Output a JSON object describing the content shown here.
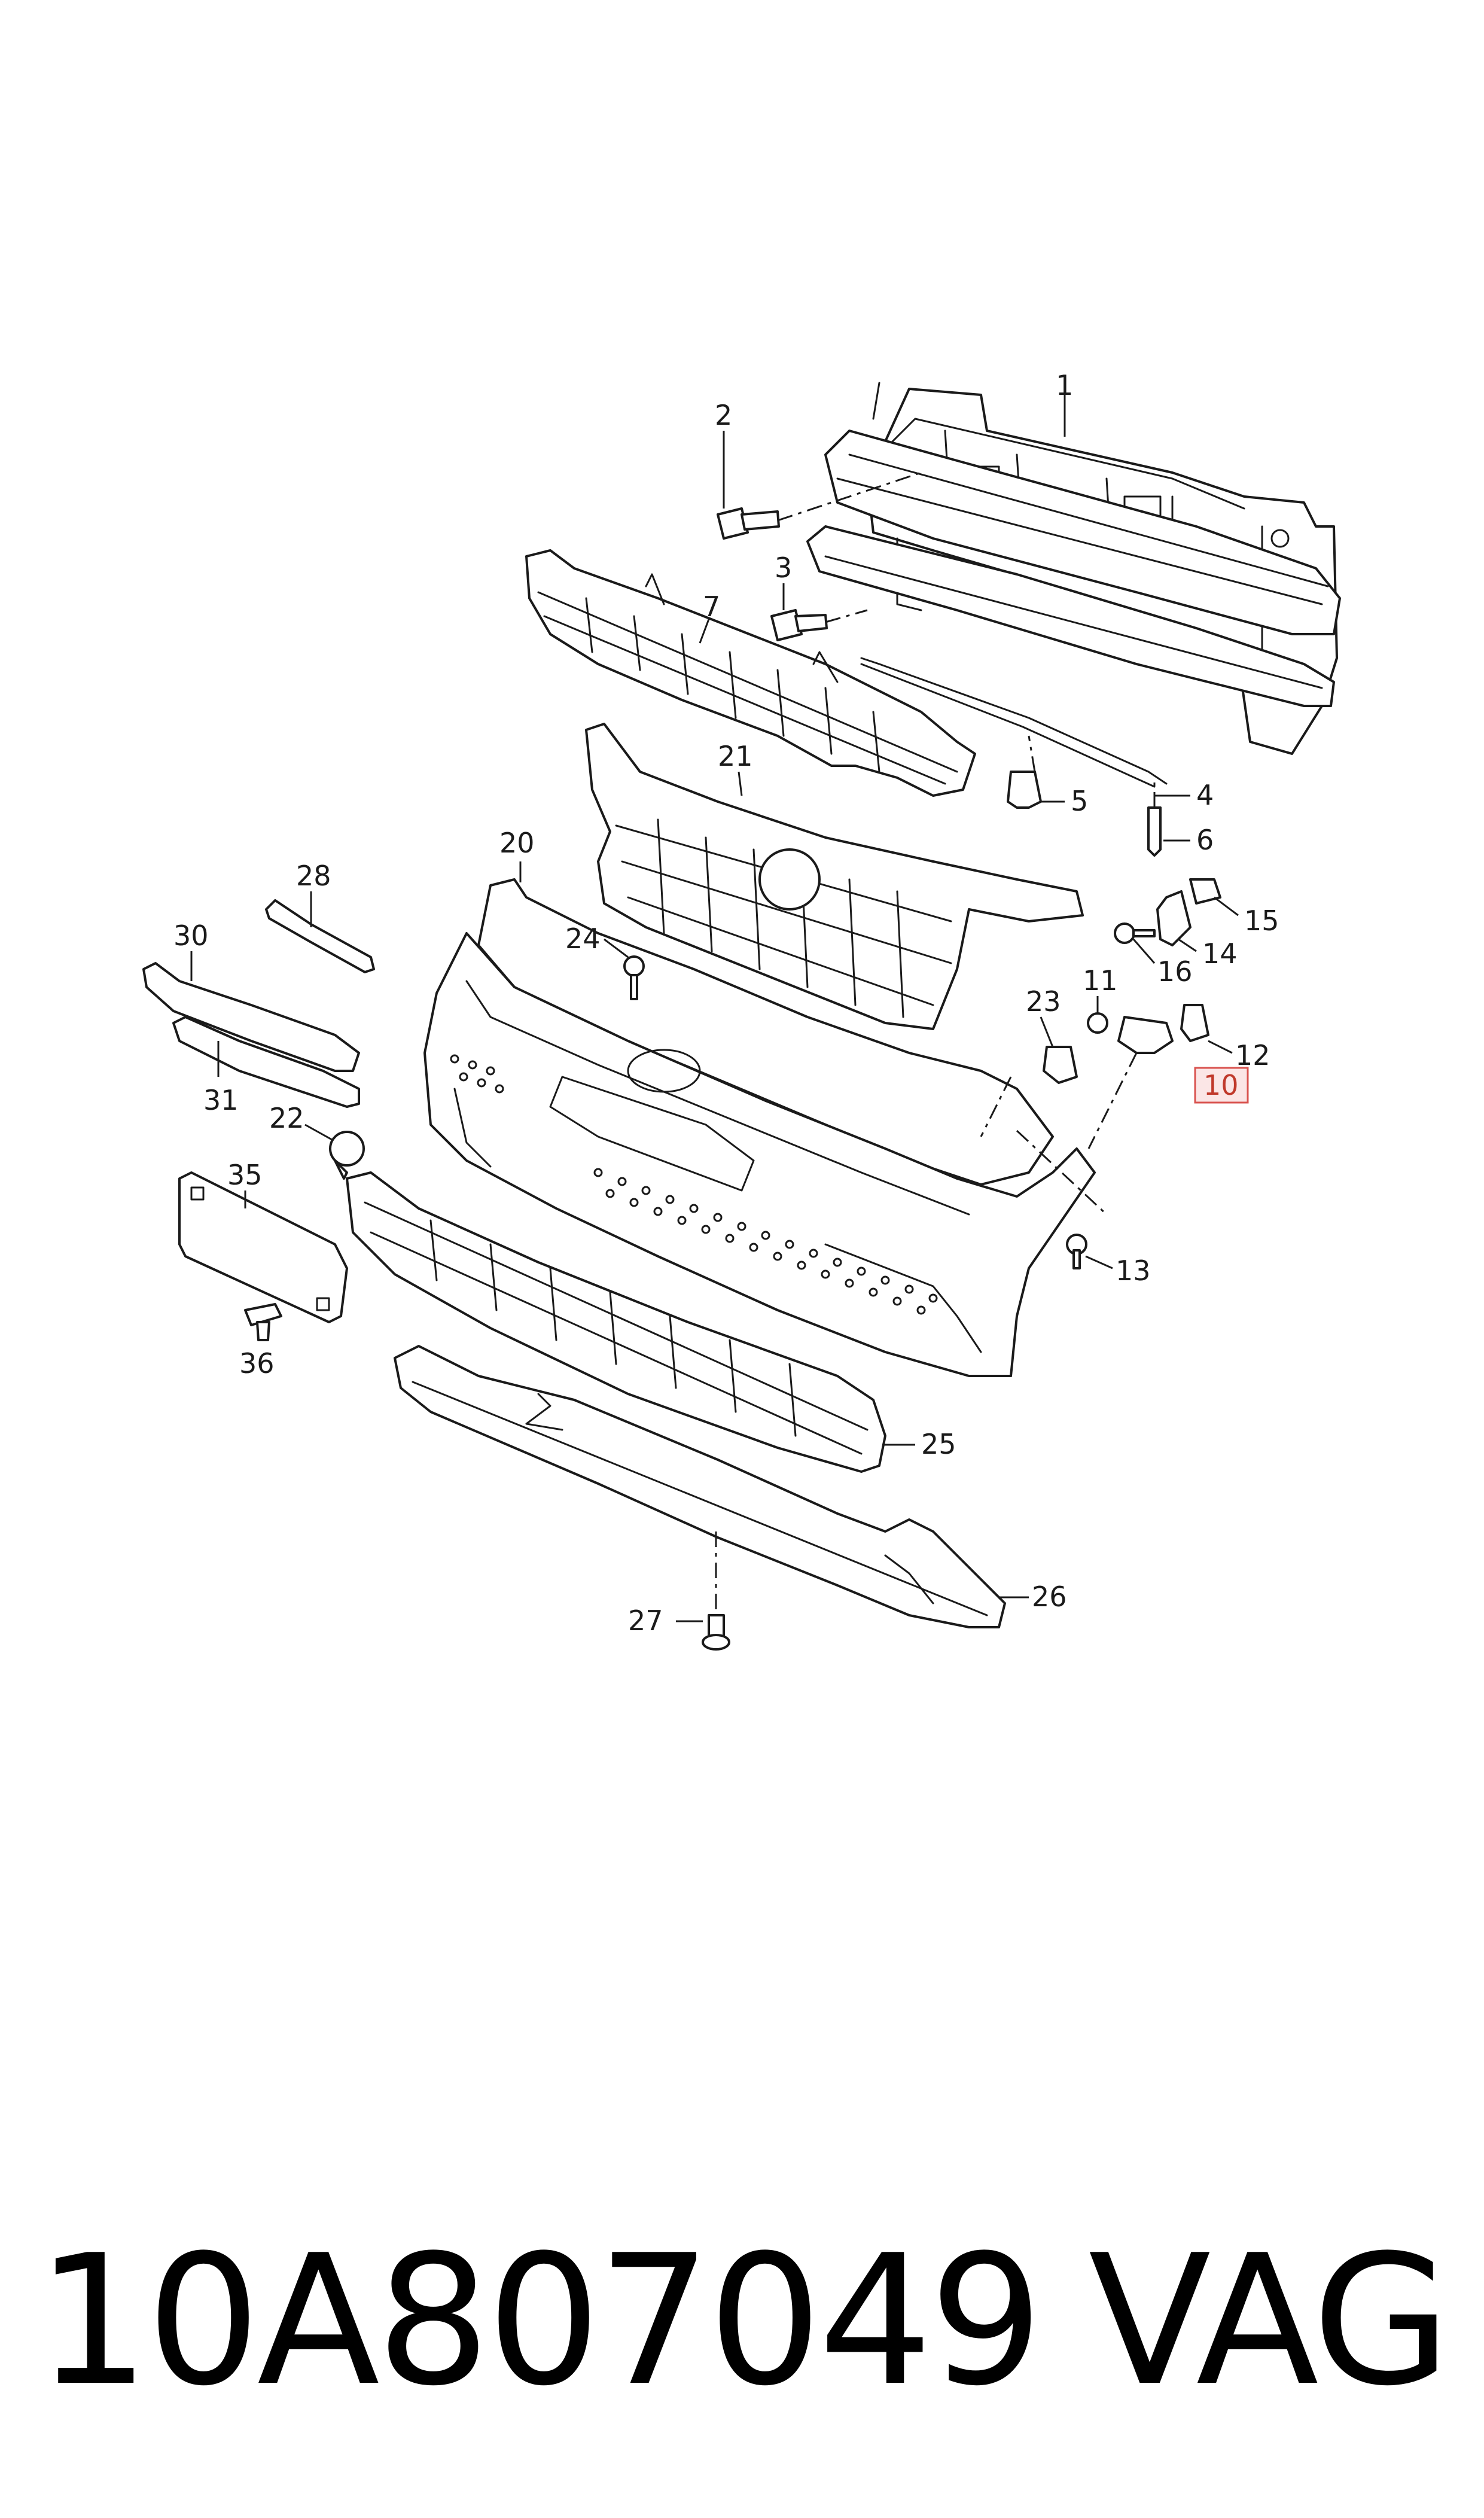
{
  "diagram": {
    "highlighted_part": "10",
    "callouts": [
      "1",
      "2",
      "3",
      "4",
      "5",
      "6",
      "7",
      "10",
      "11",
      "12",
      "13",
      "14",
      "15",
      "16",
      "20",
      "21",
      "22",
      "23",
      "24",
      "25",
      "26",
      "27",
      "28",
      "30",
      "31",
      "35",
      "36"
    ]
  },
  "footer": {
    "part_number": "10A807049",
    "brand": "VAG"
  }
}
